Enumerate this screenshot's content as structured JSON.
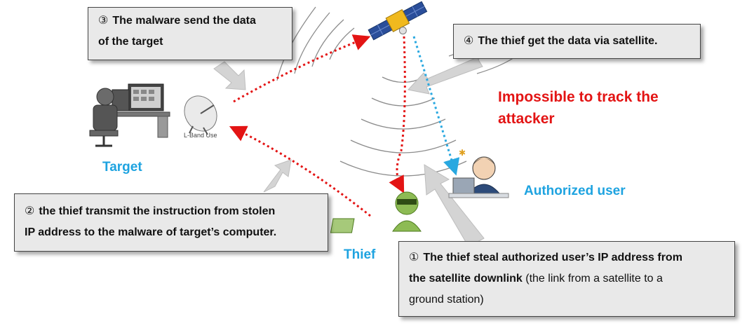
{
  "step3": {
    "num": "③",
    "line1": "The malware send the data",
    "line2": "of the target"
  },
  "step4": {
    "num": "④",
    "text": "The thief get the data via satellite."
  },
  "step2": {
    "num": "②",
    "line1": "the thief transmit the instruction from stolen",
    "line2": "IP address to the malware of target’s computer."
  },
  "step1": {
    "num": "①",
    "line1": "The thief steal authorized user’s IP address from",
    "line2_bold": "the satellite downlink",
    "line2_rest": " (the link from a satellite to a",
    "line3": "ground station)"
  },
  "labels": {
    "target": "Target",
    "thief": "Thief",
    "authorized": "Authorized user",
    "dish": "L-Band Use"
  },
  "warning": {
    "line1": "Impossible to track the",
    "line2": "attacker"
  },
  "colors": {
    "accent_blue": "#1ea3e0",
    "warning_red": "#e31414",
    "box_bg": "#e9e9e9",
    "arrow_red": "#e31414",
    "arrow_blue": "#29a8e0"
  }
}
